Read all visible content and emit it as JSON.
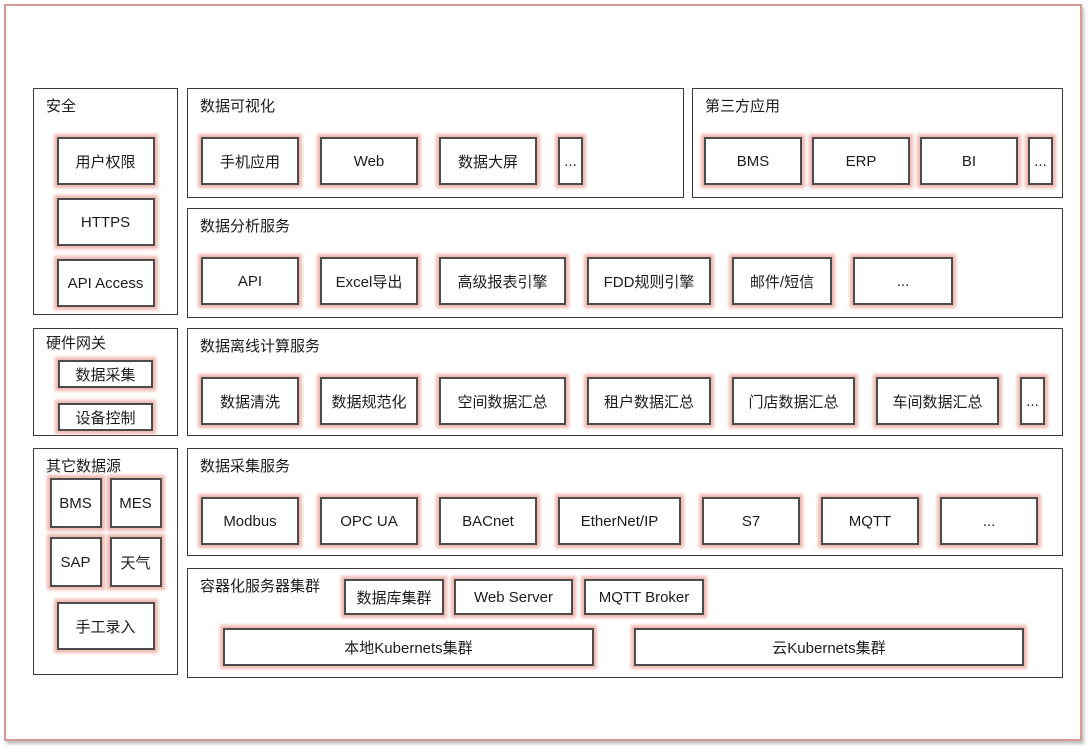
{
  "frame": {
    "border_color": "#d59a94"
  },
  "style": {
    "node_border_color": "#4c4c4c",
    "node_glow_color": "#eaa69d",
    "group_border_color": "#3a3a3a"
  },
  "groups": {
    "security": {
      "title": "安全",
      "items": [
        "用户权限",
        "HTTPS",
        "API Access"
      ]
    },
    "data_visualization": {
      "title": "数据可视化",
      "items": [
        "手机应用",
        "Web",
        "数据大屏",
        "..."
      ]
    },
    "third_party": {
      "title": "第三方应用",
      "items": [
        "BMS",
        "ERP",
        "BI",
        "..."
      ]
    },
    "data_analysis": {
      "title": "数据分析服务",
      "items": [
        "API",
        "Excel导出",
        "高级报表引擎",
        "FDD规则引擎",
        "邮件/短信",
        "..."
      ]
    },
    "hardware_gateway": {
      "title": "硬件网关",
      "items": [
        "数据采集",
        "设备控制"
      ]
    },
    "offline_computing": {
      "title": "数据离线计算服务",
      "items": [
        "数据清洗",
        "数据规范化",
        "空间数据汇总",
        "租户数据汇总",
        "门店数据汇总",
        "车间数据汇总",
        "..."
      ]
    },
    "other_data_sources": {
      "title": "其它数据源",
      "items": [
        "BMS",
        "MES",
        "SAP",
        "天气",
        "手工录入"
      ]
    },
    "data_collection": {
      "title": "数据采集服务",
      "items": [
        "Modbus",
        "OPC UA",
        "BACnet",
        "EtherNet/IP",
        "S7",
        "MQTT",
        "..."
      ]
    },
    "container_cluster": {
      "title": "容器化服务器集群",
      "items": [
        "数据库集群",
        "Web Server",
        "MQTT Broker",
        "本地Kubernets集群",
        "云Kubernets集群"
      ]
    }
  }
}
